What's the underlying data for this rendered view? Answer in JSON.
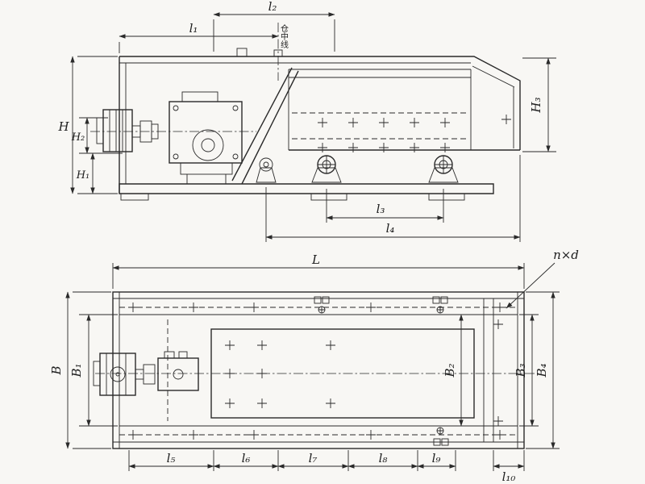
{
  "drawing": {
    "type": "technical-dimension-drawing",
    "style": {
      "line_color": "#2a2a2a",
      "background": "#f8f7f4"
    },
    "labels": {
      "l1": "l₁",
      "l2": "l₂",
      "l3": "l₃",
      "l4": "l₄",
      "l5": "l₅",
      "l6": "l₆",
      "l7": "l₇",
      "l8": "l₈",
      "l9": "l₉",
      "l10": "l₁₀",
      "h": "H",
      "h1": "H₁",
      "h2": "H₂",
      "h3": "H₃",
      "big_l": "L",
      "b": "B",
      "b1": "B₁",
      "b2": "B₂",
      "b3": "B₃",
      "b4": "B₄",
      "nxd": "n×d",
      "bin_center_line": "仓中线"
    }
  }
}
